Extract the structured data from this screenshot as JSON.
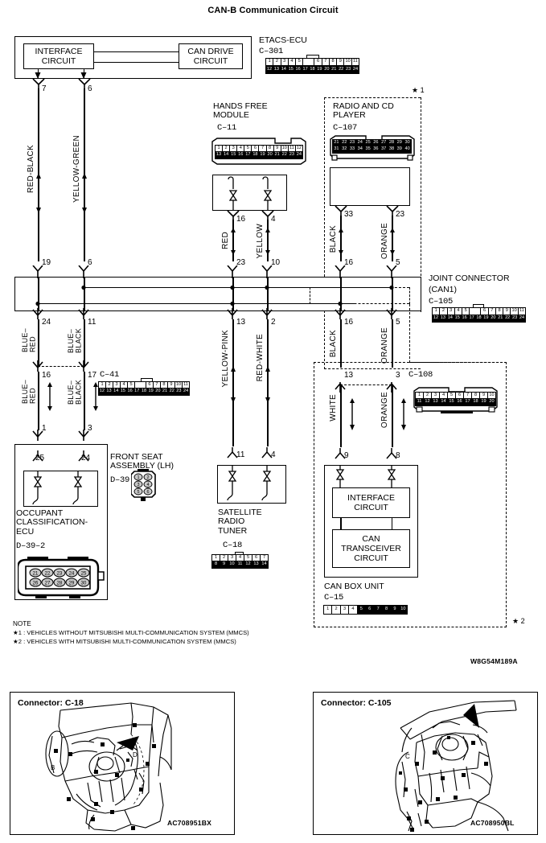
{
  "title": "CAN-B Communication Circuit",
  "drawing_code": "W8G54M189A",
  "modules": {
    "etacs": {
      "name": "ETACS-ECU",
      "connector": "C-301",
      "inner_boxes": [
        "INTERFACE\nCIRCUIT",
        "CAN DRIVE\nCIRCUIT"
      ],
      "pins_top": [
        "7",
        "6"
      ]
    },
    "hands_free": {
      "name": "HANDS FREE\nMODULE",
      "connector": "C-11",
      "pins_bottom": [
        "16",
        "4"
      ]
    },
    "radio_cd": {
      "name": "RADIO AND CD\nPLAYER",
      "connector": "C-107",
      "pins_bottom": [
        "33",
        "23"
      ],
      "marker": "★ 1"
    },
    "joint": {
      "name": "JOINT CONNECTOR",
      "name2": "(CAN1)",
      "connector": "C-105",
      "pins_in": [
        "19",
        "6",
        "23",
        "10",
        "16",
        "5"
      ],
      "pins_out": [
        "24",
        "11",
        "13",
        "2",
        "16",
        "5"
      ]
    },
    "c41": {
      "connector": "C-41",
      "pins_top": [
        "16",
        "17"
      ],
      "pins_bottom": [
        "1",
        "3"
      ]
    },
    "c108": {
      "connector": "C-108",
      "pins_top": [
        "13",
        "3"
      ]
    },
    "occupant": {
      "name": "OCCUPANT\nCLASSIFICATION-\nECU",
      "connector": "D-39-2",
      "pins_top": [
        "25",
        "24"
      ]
    },
    "front_seat": {
      "name": "FRONT SEAT\nASSEMBLY (LH)",
      "connector": "D-39"
    },
    "satellite": {
      "name": "SATELLITE\nRADIO\nTUNER",
      "connector": "C-18",
      "pins_top": [
        "11",
        "4"
      ]
    },
    "can_box": {
      "name": "CAN BOX UNIT",
      "connector": "C-15",
      "inner_boxes": [
        "INTERFACE\nCIRCUIT",
        "CAN\nTRANSCEIVER\nCIRCUIT"
      ],
      "pins_top": [
        "9",
        "8"
      ],
      "marker": "★ 2"
    }
  },
  "wire_colors": {
    "red_black": "RED-BLACK",
    "yellow_green": "YELLOW-GREEN",
    "red": "RED",
    "yellow": "YELLOW",
    "black": "BLACK",
    "orange": "ORANGE",
    "blue_red": "BLUE-\nRED",
    "blue_black": "BLUE-\nBLACK",
    "yellow_pink": "YELLOW-PINK",
    "red_white": "RED-WHITE",
    "white": "WHITE"
  },
  "pin_numbers": {
    "etacs_out_l": "7",
    "etacs_out_r": "6",
    "joint_in_1": "19",
    "joint_in_2": "6",
    "joint_in_3": "23",
    "joint_in_4": "10",
    "joint_in_5": "16",
    "joint_in_6": "5",
    "joint_out_1": "24",
    "joint_out_2": "11",
    "joint_out_3": "13",
    "joint_out_4": "2",
    "joint_out_5": "16",
    "joint_out_6": "5",
    "hf_1": "16",
    "hf_2": "4",
    "hf_low_1": "23",
    "hf_low_2": "10",
    "radio_1": "33",
    "radio_2": "23",
    "radio_low_1": "16",
    "radio_low_2": "5",
    "c41_1": "16",
    "c41_2": "17",
    "c41_low_1": "1",
    "c41_low_2": "3",
    "occ_1": "25",
    "occ_2": "24",
    "sat_1": "11",
    "sat_2": "4",
    "c108_1": "13",
    "c108_2": "3",
    "canbox_1": "9",
    "canbox_2": "8"
  },
  "notes": {
    "heading": "NOTE",
    "line1": "★1 : VEHICLES WITHOUT MITSUBISHI MULTI-COMMUNICATION SYSTEM (MMCS)",
    "line2": "★2 : VEHICLES WITH MITSUBISHI MULTI-COMMUNICATION SYSTEM (MMCS)"
  },
  "connector_grids": {
    "c301": {
      "top": [
        "1",
        "2",
        "3",
        "4",
        "5",
        "",
        "6",
        "7",
        "8",
        "9",
        "10",
        "11"
      ],
      "bottom": [
        "12",
        "13",
        "14",
        "15",
        "16",
        "17",
        "18",
        "19",
        "20",
        "21",
        "22",
        "23",
        "24"
      ]
    },
    "c11": {
      "top": [
        "1",
        "2",
        "3",
        "4",
        "5",
        "6",
        "7",
        "8",
        "9",
        "10",
        "11",
        "12"
      ],
      "bottom": [
        "13",
        "14",
        "15",
        "16",
        "17",
        "18",
        "19",
        "20",
        "21",
        "22",
        "23",
        "24"
      ]
    },
    "c107": {
      "top": [
        "21",
        "22",
        "23",
        "24",
        "25",
        "26",
        "27",
        "28",
        "29",
        "30"
      ],
      "bottom": [
        "31",
        "32",
        "33",
        "34",
        "35",
        "36",
        "37",
        "38",
        "39",
        "40"
      ]
    },
    "c105": {
      "top": [
        "1",
        "2",
        "3",
        "4",
        "5",
        "",
        "6",
        "7",
        "8",
        "9",
        "10",
        "11"
      ],
      "bottom": [
        "12",
        "13",
        "14",
        "15",
        "16",
        "17",
        "18",
        "19",
        "20",
        "21",
        "22",
        "23",
        "24"
      ]
    },
    "c41": {
      "top": [
        "1",
        "2",
        "3",
        "4",
        "5",
        "",
        "6",
        "7",
        "8",
        "9",
        "10",
        "11"
      ],
      "bottom": [
        "12",
        "13",
        "14",
        "15",
        "16",
        "17",
        "18",
        "19",
        "20",
        "21",
        "22",
        "23",
        "24"
      ]
    },
    "c108": {
      "top": [
        "1",
        "2",
        "3",
        "4",
        "5",
        "6",
        "7",
        "8",
        "9",
        "10"
      ],
      "bottom": [
        "11",
        "12",
        "13",
        "14",
        "15",
        "16",
        "17",
        "18",
        "19",
        "20"
      ]
    },
    "c18": {
      "top": [
        "1",
        "2",
        "3",
        "4",
        "5",
        "6",
        "7"
      ],
      "bottom": [
        "8",
        "9",
        "10",
        "11",
        "12",
        "13",
        "14"
      ]
    },
    "c15": {
      "top": [
        "1",
        "2",
        "3",
        "4",
        "5",
        "6",
        "7",
        "8",
        "9",
        "10"
      ]
    },
    "d39": {
      "rows": [
        [
          "1",
          "2"
        ],
        [
          "3",
          "4"
        ],
        [
          "5",
          "6"
        ]
      ]
    },
    "d392": {
      "rows": [
        [
          "21",
          "22",
          "23",
          "24",
          "25"
        ],
        [
          "26",
          "27",
          "28",
          "29",
          "30"
        ]
      ]
    }
  },
  "photos": {
    "left": {
      "title": "Connector: C-18",
      "code": "AC708951BX"
    },
    "right": {
      "title": "Connector: C-105",
      "code": "AC708950BL"
    }
  }
}
